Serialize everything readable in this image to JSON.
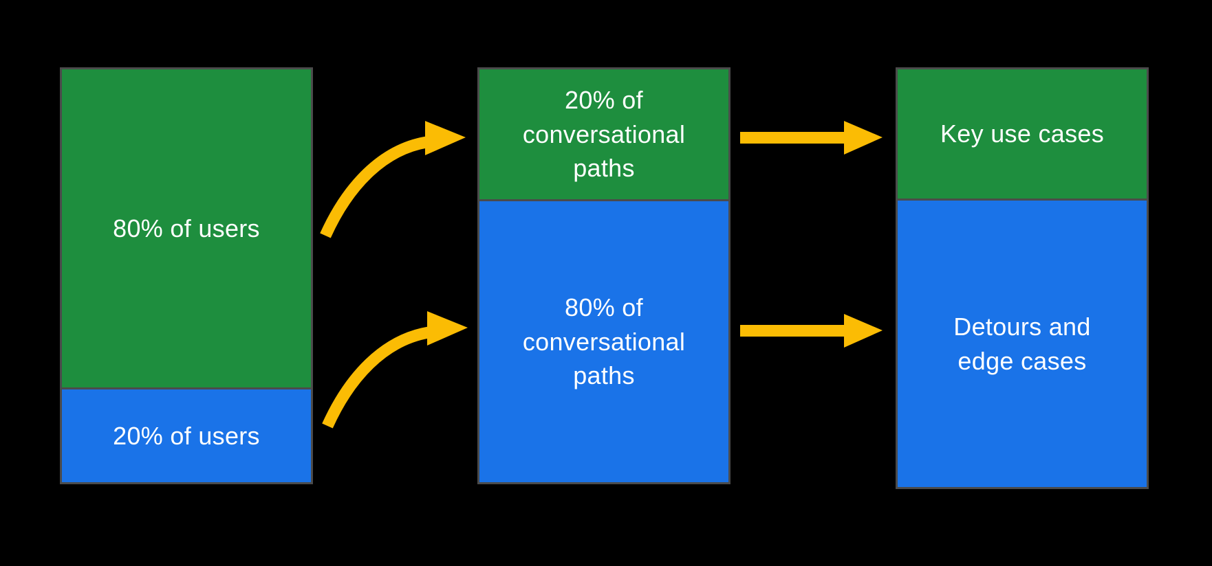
{
  "background": "#000000",
  "colors": {
    "green": "#1e8e3e",
    "blue": "#1a73e8",
    "arrow": "#fbbc04",
    "border": "#4b4b4b",
    "text": "#ffffff"
  },
  "columns": [
    {
      "name": "users",
      "segments": [
        {
          "label": "80% of users",
          "color_key": "green",
          "value_pct": 80
        },
        {
          "label": "20% of users",
          "color_key": "blue",
          "value_pct": 20
        }
      ]
    },
    {
      "name": "conversational-paths",
      "segments": [
        {
          "label": "20% of conversational paths",
          "color_key": "green",
          "value_pct": 20
        },
        {
          "label": "80% of conversational paths",
          "color_key": "blue",
          "value_pct": 80
        }
      ]
    },
    {
      "name": "outcomes",
      "segments": [
        {
          "label": "Key use cases",
          "color_key": "green"
        },
        {
          "label": "Detours and edge cases",
          "color_key": "blue"
        }
      ]
    }
  ],
  "arrows": [
    {
      "name": "curved-arrow-top",
      "type": "curved",
      "from": "80% of users",
      "to": "20% of conversational paths"
    },
    {
      "name": "curved-arrow-bottom",
      "type": "curved",
      "from": "20% of users",
      "to": "80% of conversational paths"
    },
    {
      "name": "straight-arrow-top",
      "type": "straight",
      "from": "20% of conversational paths",
      "to": "Key use cases"
    },
    {
      "name": "straight-arrow-bottom",
      "type": "straight",
      "from": "80% of conversational paths",
      "to": "Detours and edge cases"
    }
  ]
}
